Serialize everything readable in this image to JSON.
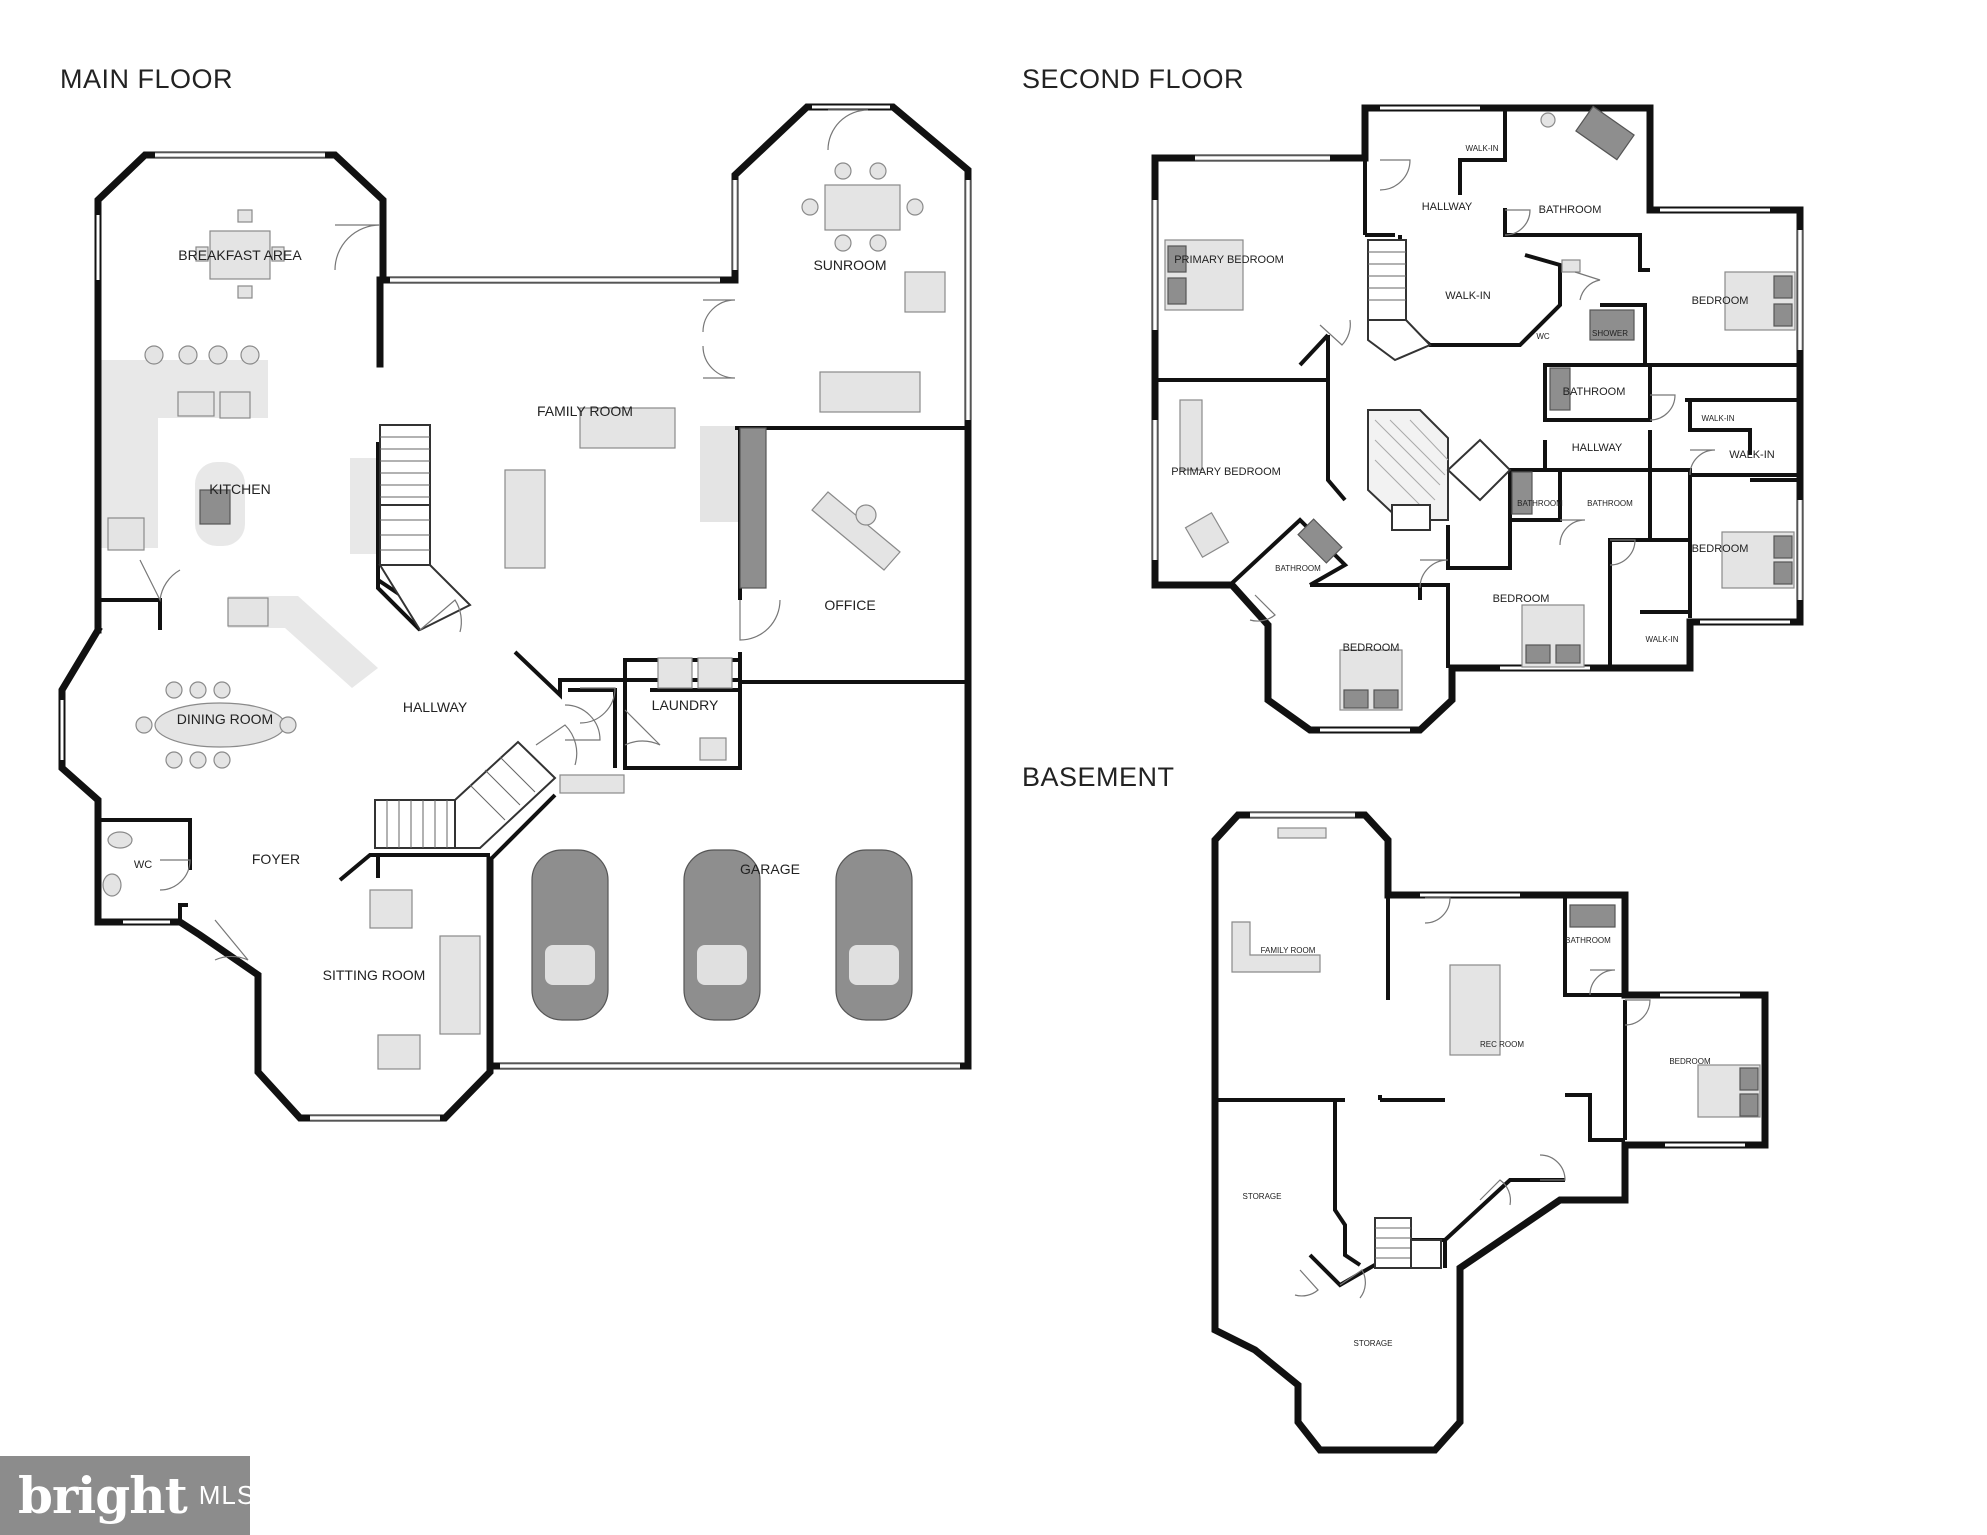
{
  "floors": {
    "main": "MAIN FLOOR",
    "second": "SECOND FLOOR",
    "basement": "BASEMENT"
  },
  "main_rooms": {
    "breakfast": "BREAKFAST AREA",
    "sunroom": "SUNROOM",
    "family": "FAMILY ROOM",
    "kitchen": "KITCHEN",
    "office": "OFFICE",
    "hallway": "HALLWAY",
    "laundry": "LAUNDRY",
    "dining": "DINING ROOM",
    "foyer": "FOYER",
    "wc": "WC",
    "garage": "GARAGE",
    "sitting": "SITTING ROOM"
  },
  "second_rooms": {
    "hallway_top": "HALLWAY",
    "walkin_top": "WALK-IN",
    "bathroom_primary": "BATHROOM",
    "primary_1": "PRIMARY BEDROOM",
    "primary_2": "PRIMARY BEDROOM",
    "walkin_center": "WALK-IN",
    "wc": "WC",
    "shower": "SHOWER",
    "bedroom_ne": "BEDROOM",
    "bathroom_mid": "BATHROOM",
    "walkin_small": "WALK-IN",
    "hallway_mid": "HALLWAY",
    "walkin_right": "WALK-IN",
    "bathroom_a": "BATHROOM",
    "bathroom_b": "BATHROOM",
    "bedroom_e": "BEDROOM",
    "bathroom_w": "BATHROOM",
    "bedroom_c": "BEDROOM",
    "walkin_se": "WALK-IN",
    "bedroom_s": "BEDROOM"
  },
  "basement_rooms": {
    "family": "FAMILY ROOM",
    "bathroom": "BATHROOM",
    "rec": "REC ROOM",
    "bedroom": "BEDROOM",
    "storage_1": "STORAGE",
    "storage_2": "STORAGE"
  },
  "logo": {
    "brand": "bright",
    "suffix": "MLS"
  }
}
